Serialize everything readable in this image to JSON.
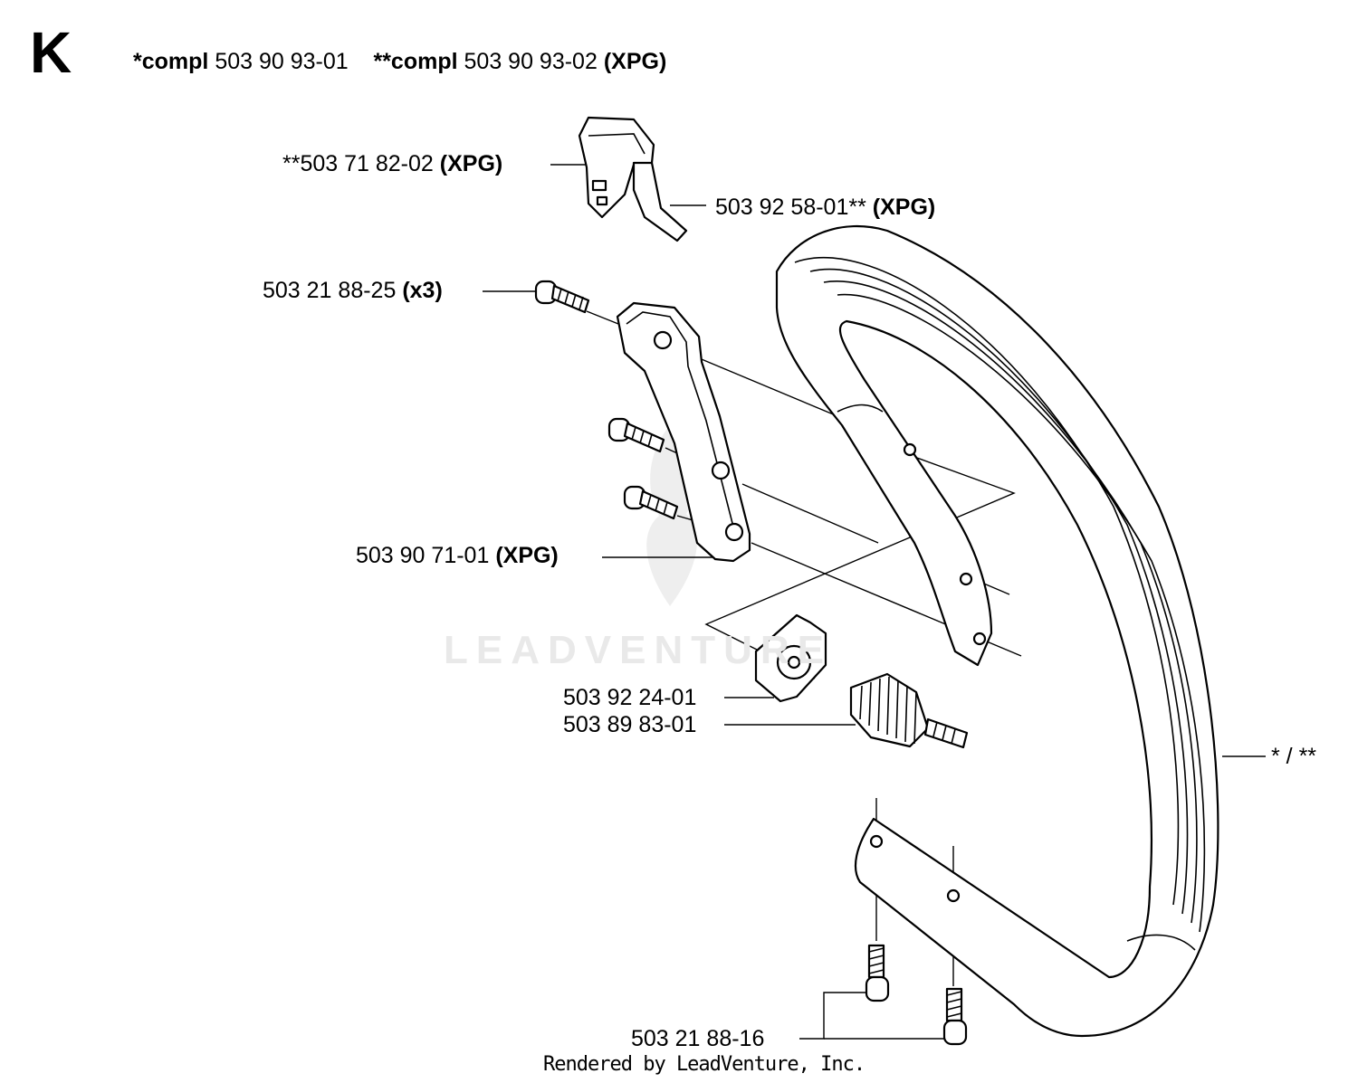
{
  "section": {
    "letter": "K"
  },
  "header": {
    "compl1_prefix": "*compl",
    "compl1_number": "503 90 93-01",
    "compl2_prefix": "**compl",
    "compl2_number": "503 90 93-02",
    "compl2_suffix": "(XPG)"
  },
  "callouts": {
    "trigger_housing": {
      "number": "**503 71 82-02",
      "note": "(XPG)"
    },
    "trigger_lever": {
      "number": "503 92 58-01**",
      "note": "(XPG)"
    },
    "screw_top": {
      "number": "503 21 88-25",
      "note": "(x3)"
    },
    "bracket": {
      "number": "503 90 71-01",
      "note": "(XPG)"
    },
    "damper_mount": {
      "number": "503 92 24-01"
    },
    "spring": {
      "number": "503 89 83-01"
    },
    "handle": {
      "number": "* / **"
    },
    "screw_bottom": {
      "number": "503 21 88-16"
    }
  },
  "watermark": {
    "text": "LEADVENTURE"
  },
  "footer": {
    "text": "Rendered by LeadVenture, Inc."
  }
}
